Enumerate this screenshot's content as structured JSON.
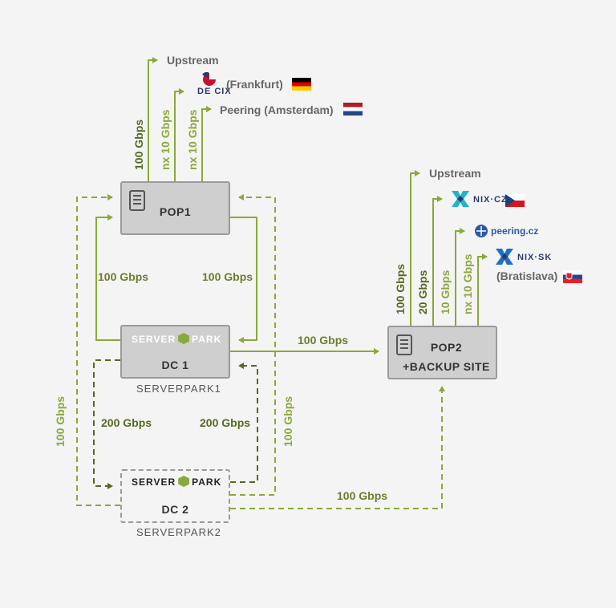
{
  "colors": {
    "light_green": "#8aa93a",
    "dark_green": "#556a1f",
    "node_fill": "#cfcfcf",
    "node_border": "#9a9a9a"
  },
  "nodes": {
    "pop1": {
      "title": "POP1",
      "icon": "server-icon"
    },
    "dc1": {
      "title": "DC 1",
      "logo_text_left": "SERVER",
      "logo_text_right": "PARK",
      "caption": "SERVERPARK1"
    },
    "dc2": {
      "title": "DC 2",
      "logo_text_left": "SERVER",
      "logo_text_right": "PARK",
      "caption": "SERVERPARK2"
    },
    "pop2": {
      "title_line1": "POP2",
      "title_line2": "+BACKUP SITE",
      "icon": "server-icon"
    }
  },
  "pop1_uplinks": {
    "upstream": "Upstream",
    "decix_logo": "DE CIX",
    "frankfurt": "(Frankfurt)",
    "peering_amsterdam": "Peering (Amsterdam)",
    "speed_upstream": "100 Gbps",
    "speed_decix": "nx 10 Gbps",
    "speed_amsterdam": "nx 10 Gbps"
  },
  "pop2_uplinks": {
    "upstream": "Upstream",
    "nixcz_logo": "NIX·CZ",
    "peeringcz_logo": "peering.cz",
    "nixsk_logo": "NIX·SK",
    "bratislava": "(Bratislava)",
    "speed_upstream": "100 Gbps",
    "speed_nixcz": "20 Gbps",
    "speed_peeringcz": "10 Gbps",
    "speed_nixsk": "nx 10 Gbps"
  },
  "links": {
    "pop1_dc1_left": "100 Gbps",
    "pop1_dc1_right": "100 Gbps",
    "dc1_pop2": "100 Gbps",
    "dc1_dc2_left": "200 Gbps",
    "dc1_dc2_right": "200 Gbps",
    "pop1_dc2_outer_left": "100 Gbps",
    "pop1_dc2_outer_right": "100 Gbps",
    "dc2_pop2": "100 Gbps"
  }
}
